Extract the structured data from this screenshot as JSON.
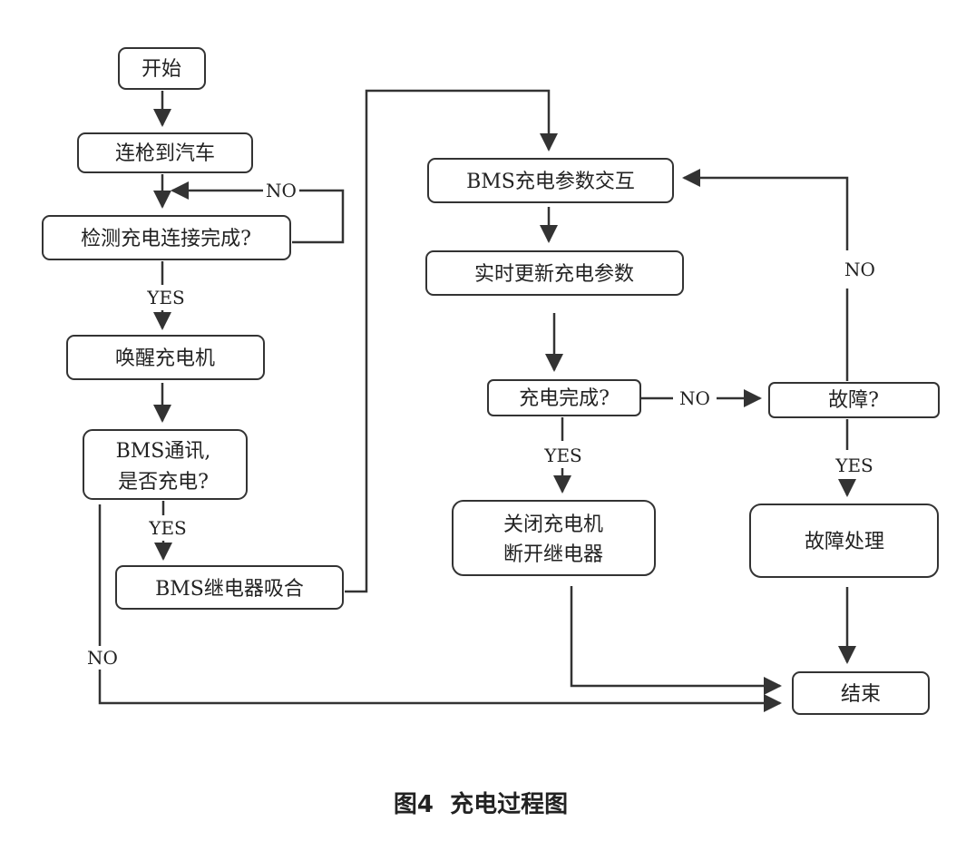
{
  "nodes": {
    "start": "开始",
    "connect_gun": "连枪到汽车",
    "check_connection": "检测充电连接完成?",
    "wake_charger": "唤醒充电机",
    "bms_comm_line1": "BMS通讯,",
    "bms_comm_line2": "是否充电?",
    "bms_relay": "BMS继电器吸合",
    "bms_param_exchange": "BMS充电参数交互",
    "update_params": "实时更新充电参数",
    "charge_done": "充电完成?",
    "fault": "故障?",
    "shutdown_line1": "关闭充电机",
    "shutdown_line2": "断开继电器",
    "fault_handle": "故障处理",
    "end": "结束"
  },
  "labels": {
    "no_check_connection": "NO",
    "yes_check_connection": "YES",
    "yes_bms_comm": "YES",
    "no_bms_comm": "NO",
    "no_charge_done": "NO",
    "yes_charge_done": "YES",
    "no_fault": "NO",
    "yes_fault": "YES"
  },
  "caption": "图4  充电过程图"
}
